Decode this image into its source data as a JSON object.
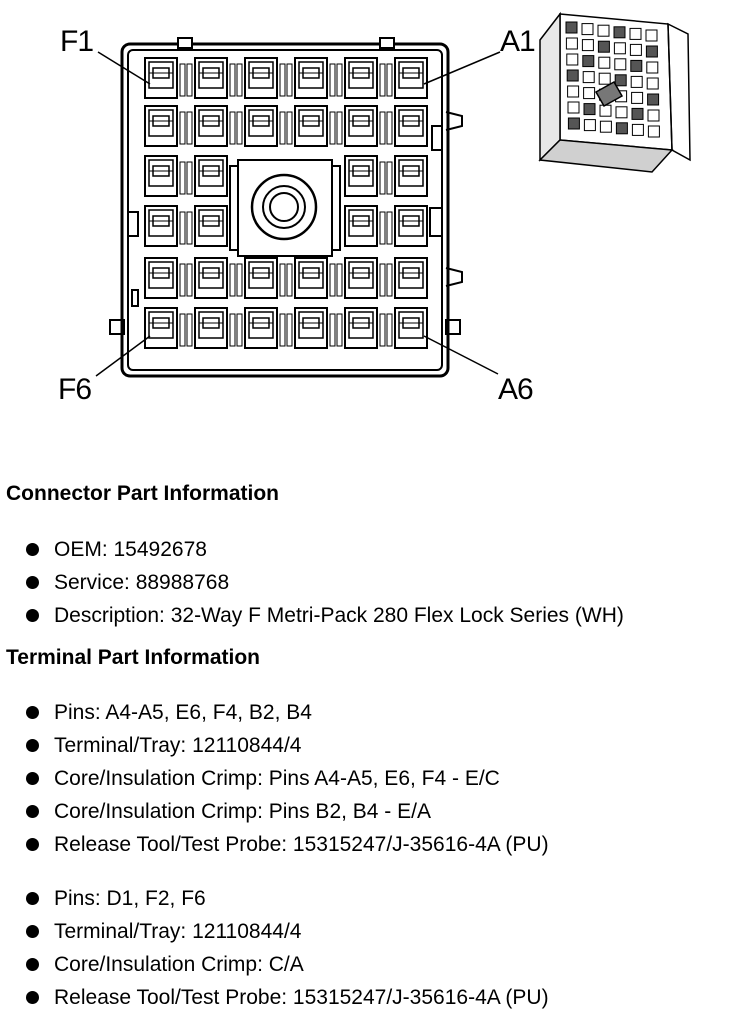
{
  "diagram": {
    "labels": {
      "f1": "F1",
      "a1": "A1",
      "f6": "F6",
      "a6": "A6"
    }
  },
  "connector": {
    "title": "Connector Part Information",
    "items": [
      "OEM: 15492678",
      "Service: 88988768",
      "Description: 32-Way F Metri-Pack 280 Flex Lock Series (WH)"
    ]
  },
  "terminal": {
    "title": "Terminal Part Information",
    "groups": [
      [
        "Pins: A4-A5, E6, F4, B2, B4",
        "Terminal/Tray: 12110844/4",
        "Core/Insulation Crimp: Pins A4-A5, E6, F4 - E/C",
        "Core/Insulation Crimp: Pins B2, B4 - E/A",
        "Release Tool/Test Probe: 15315247/J-35616-4A (PU)"
      ],
      [
        "Pins: D1, F2, F6",
        "Terminal/Tray: 12110844/4",
        "Core/Insulation Crimp: C/A",
        "Release Tool/Test Probe: 15315247/J-35616-4A (PU)"
      ]
    ]
  }
}
